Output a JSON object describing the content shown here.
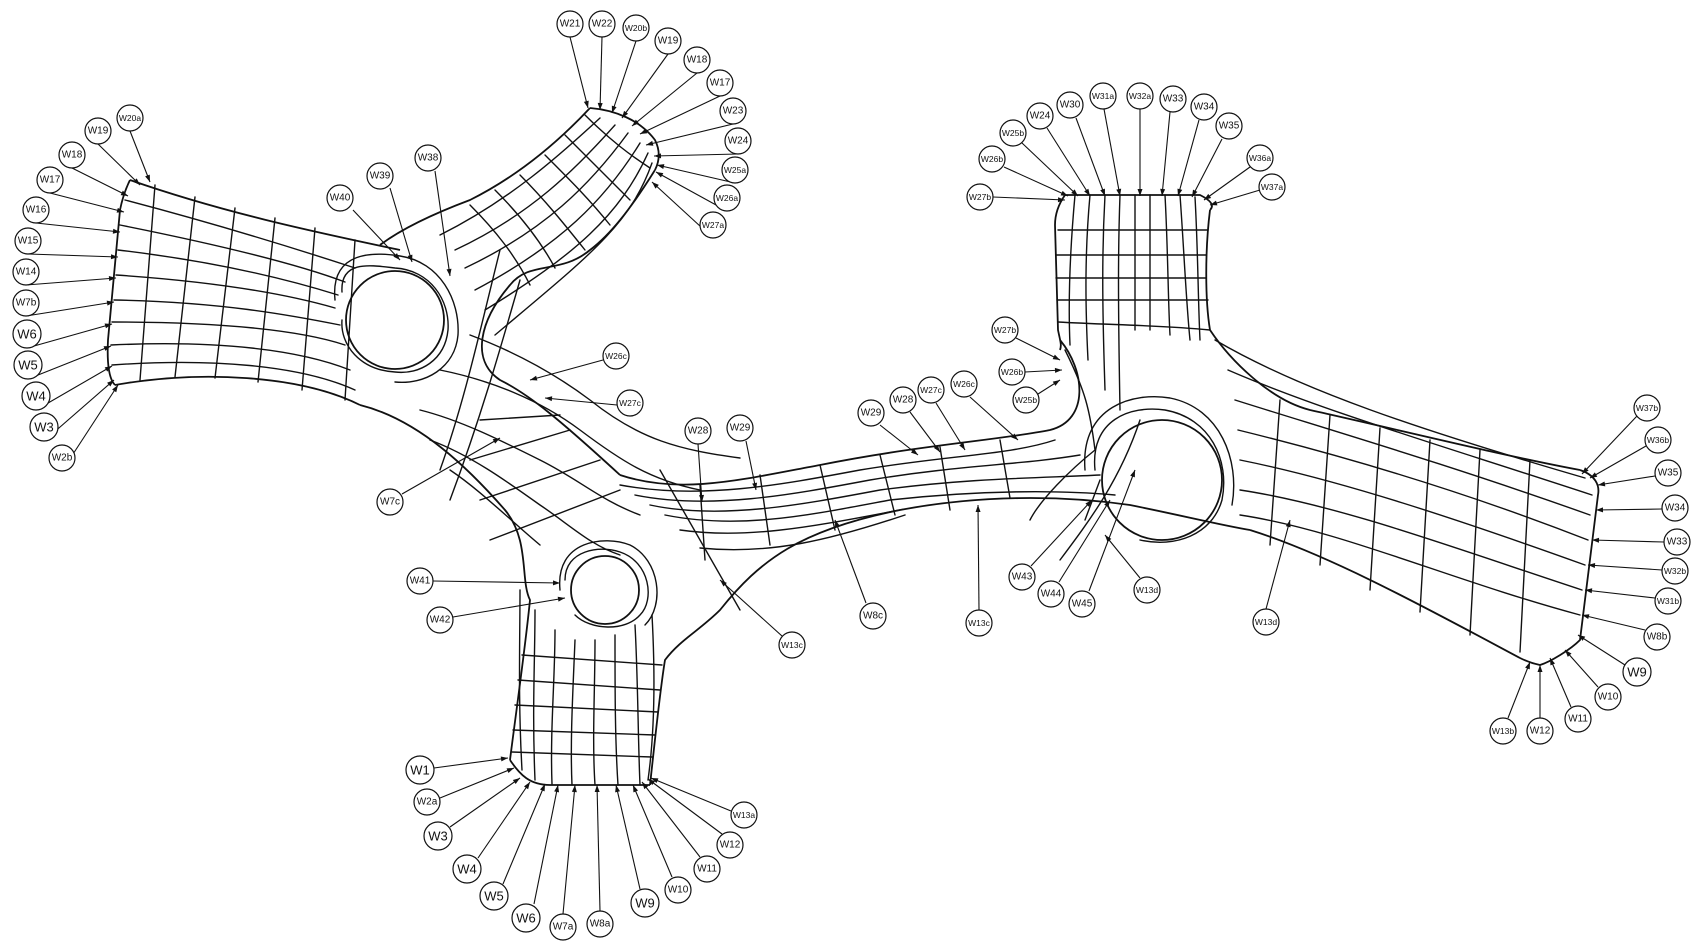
{
  "labels": [
    {
      "id": "a1",
      "text": "W21"
    },
    {
      "id": "a2",
      "text": "W22"
    },
    {
      "id": "a3",
      "text": "W20b"
    },
    {
      "id": "a4",
      "text": "W19"
    },
    {
      "id": "a5",
      "text": "W18"
    },
    {
      "id": "a6",
      "text": "W17"
    },
    {
      "id": "a7",
      "text": "W23"
    },
    {
      "id": "a8",
      "text": "W24"
    },
    {
      "id": "a9",
      "text": "W25a"
    },
    {
      "id": "a10",
      "text": "W26a"
    },
    {
      "id": "a11",
      "text": "W27a"
    },
    {
      "id": "b1",
      "text": "W20a"
    },
    {
      "id": "b2",
      "text": "W19"
    },
    {
      "id": "b3",
      "text": "W18"
    },
    {
      "id": "b4",
      "text": "W17"
    },
    {
      "id": "b5",
      "text": "W16"
    },
    {
      "id": "b6",
      "text": "W15"
    },
    {
      "id": "b7",
      "text": "W14"
    },
    {
      "id": "b8",
      "text": "W7b"
    },
    {
      "id": "b9",
      "text": "W6"
    },
    {
      "id": "b10",
      "text": "W5"
    },
    {
      "id": "b11",
      "text": "W4"
    },
    {
      "id": "b12",
      "text": "W3"
    },
    {
      "id": "b13",
      "text": "W2b"
    },
    {
      "id": "c1",
      "text": "W40"
    },
    {
      "id": "c2",
      "text": "W39"
    },
    {
      "id": "c3",
      "text": "W38"
    },
    {
      "id": "d1",
      "text": "W26c"
    },
    {
      "id": "d2",
      "text": "W27c"
    },
    {
      "id": "d3",
      "text": "W7c"
    },
    {
      "id": "d4",
      "text": "W28"
    },
    {
      "id": "d5",
      "text": "W29"
    },
    {
      "id": "e1",
      "text": "W41"
    },
    {
      "id": "e2",
      "text": "W42"
    },
    {
      "id": "f1",
      "text": "W1"
    },
    {
      "id": "f2",
      "text": "W2a"
    },
    {
      "id": "f3",
      "text": "W3"
    },
    {
      "id": "f4",
      "text": "W4"
    },
    {
      "id": "f5",
      "text": "W5"
    },
    {
      "id": "f6",
      "text": "W6"
    },
    {
      "id": "f7",
      "text": "W7a"
    },
    {
      "id": "f8",
      "text": "W8a"
    },
    {
      "id": "f9",
      "text": "W9"
    },
    {
      "id": "f10",
      "text": "W10"
    },
    {
      "id": "f11",
      "text": "W11"
    },
    {
      "id": "f12",
      "text": "W12"
    },
    {
      "id": "f13",
      "text": "W13a"
    },
    {
      "id": "g1",
      "text": "W13c"
    },
    {
      "id": "g2",
      "text": "W8c"
    },
    {
      "id": "g3",
      "text": "W13c"
    },
    {
      "id": "g4",
      "text": "W29"
    },
    {
      "id": "g5",
      "text": "W28"
    },
    {
      "id": "g6",
      "text": "W27c"
    },
    {
      "id": "g7",
      "text": "W26c"
    },
    {
      "id": "h1",
      "text": "W27b"
    },
    {
      "id": "h2",
      "text": "W26b"
    },
    {
      "id": "h3",
      "text": "W25b"
    },
    {
      "id": "h4",
      "text": "W43"
    },
    {
      "id": "h5",
      "text": "W44"
    },
    {
      "id": "h6",
      "text": "W45"
    },
    {
      "id": "h7",
      "text": "W13d"
    },
    {
      "id": "i1",
      "text": "W27b"
    },
    {
      "id": "i2",
      "text": "W26b"
    },
    {
      "id": "i3",
      "text": "W25b"
    },
    {
      "id": "i4",
      "text": "W24"
    },
    {
      "id": "i5",
      "text": "W30"
    },
    {
      "id": "i6",
      "text": "W31a"
    },
    {
      "id": "i7",
      "text": "W32a"
    },
    {
      "id": "i8",
      "text": "W33"
    },
    {
      "id": "i9",
      "text": "W34"
    },
    {
      "id": "i10",
      "text": "W35"
    },
    {
      "id": "i11",
      "text": "W36a"
    },
    {
      "id": "i12",
      "text": "W37a"
    },
    {
      "id": "j1",
      "text": "W13d"
    },
    {
      "id": "k1",
      "text": "W37b"
    },
    {
      "id": "k2",
      "text": "W36b"
    },
    {
      "id": "k3",
      "text": "W35"
    },
    {
      "id": "k4",
      "text": "W34"
    },
    {
      "id": "k5",
      "text": "W33"
    },
    {
      "id": "k6",
      "text": "W32b"
    },
    {
      "id": "k7",
      "text": "W31b"
    },
    {
      "id": "k8",
      "text": "W8b"
    },
    {
      "id": "k9",
      "text": "W9"
    },
    {
      "id": "k10",
      "text": "W10"
    },
    {
      "id": "k11",
      "text": "W11"
    },
    {
      "id": "k12",
      "text": "W12"
    },
    {
      "id": "k13",
      "text": "W13b"
    }
  ]
}
